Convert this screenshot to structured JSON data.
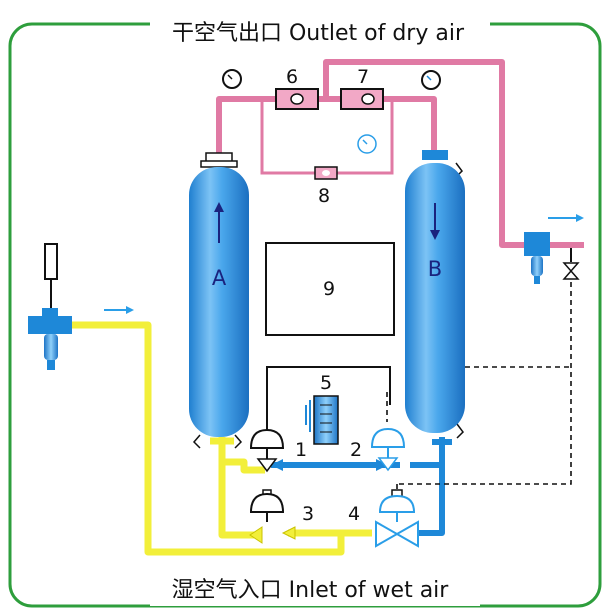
{
  "title_top": "干空气出口 Outlet of dry air",
  "title_bottom": "湿空气入口 Inlet of wet air",
  "towers": {
    "a": "A",
    "b": "B"
  },
  "labels": {
    "n1": "1",
    "n2": "2",
    "n3": "3",
    "n4": "4",
    "n5": "5",
    "n6": "6",
    "n7": "7",
    "n8": "8",
    "n9": "9"
  },
  "colors": {
    "frame": "#2e9e3c",
    "dry_pipe": "#e07aa4",
    "wet_pipe": "#f2ef3a",
    "blue_pipe": "#1e88d8",
    "tower": "#3d9ee6",
    "flow_arrow": "#2a9ee8"
  }
}
